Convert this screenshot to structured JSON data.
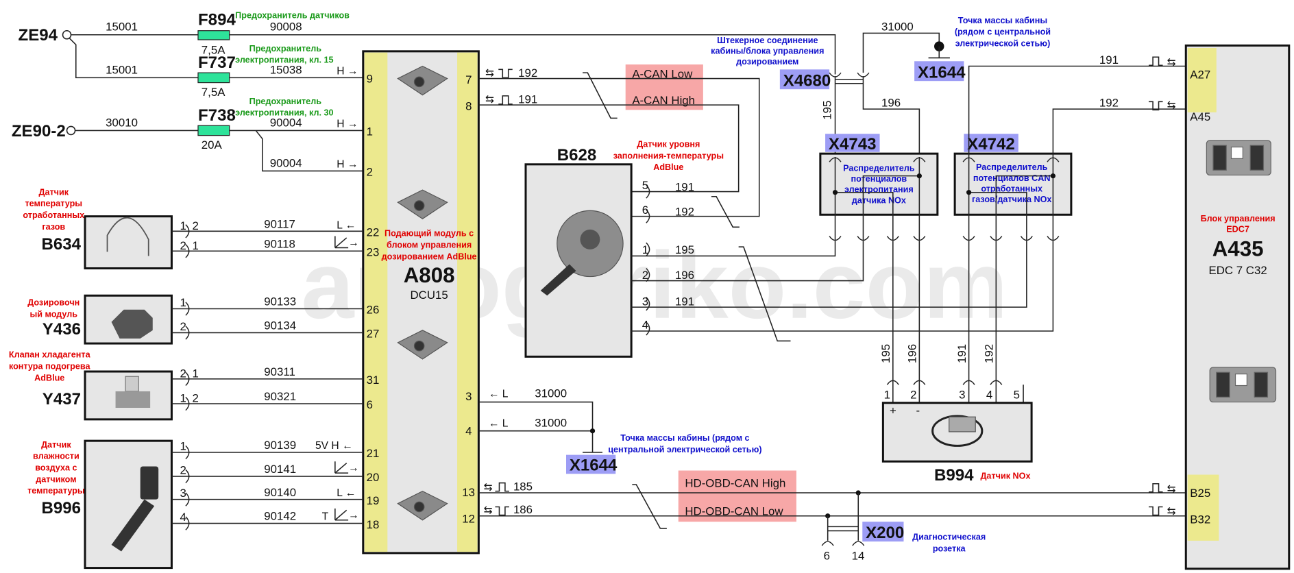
{
  "watermark": "autogeriko.com",
  "power": {
    "ze94": "ZE94",
    "ze90": "ZE90-2",
    "wire_ze94_top": "15001",
    "wire_ze94_bottom": "15001",
    "wire_ze90": "30010"
  },
  "fuses": [
    {
      "id": "F894",
      "rating": "7,5A",
      "desc": [
        "Предохранитель датчиков"
      ],
      "wire_out": "90008"
    },
    {
      "id": "F737",
      "rating": "7,5A",
      "desc": [
        "Предохранитель",
        "электропитания, кл. 15"
      ],
      "wire_out": "15038"
    },
    {
      "id": "F738",
      "rating": "20A",
      "desc": [
        "Предохранитель",
        "электропитания, кл. 30"
      ],
      "wire_out": "90004",
      "wire_branch": "90004"
    }
  ],
  "a808": {
    "id": "A808",
    "model": "DCU15",
    "desc": [
      "Подающий модуль с",
      "блоком управления",
      "дозированием AdBlue"
    ],
    "left_pins": [
      "9",
      "1",
      "2",
      "22",
      "23",
      "26",
      "27",
      "31",
      "6",
      "21",
      "20",
      "19",
      "18"
    ],
    "right_pins": [
      "7",
      "8",
      "3",
      "4",
      "13",
      "12"
    ],
    "sig_power": [
      "H →",
      "H →",
      "H →"
    ]
  },
  "b634": {
    "id": "B634",
    "desc": [
      "Датчик",
      "температуры",
      "отработанных",
      "газов"
    ],
    "rows": [
      {
        "pin_a": "1",
        "pin_b": "2",
        "wire": "90117",
        "sig": "L ←"
      },
      {
        "pin_a": "2",
        "pin_b": "1",
        "wire": "90118",
        "sig": "→"
      }
    ]
  },
  "y436": {
    "id": "Y436",
    "desc": [
      "Дозировочн",
      "ый модуль"
    ],
    "rows": [
      {
        "pin_a": "1",
        "wire": "90133"
      },
      {
        "pin_a": "2",
        "wire": "90134"
      }
    ]
  },
  "y437": {
    "id": "Y437",
    "desc": [
      "Клапан хладагента",
      "контура подогрева",
      "AdBlue"
    ],
    "rows": [
      {
        "pin_a": "2",
        "pin_b": "1",
        "wire": "90311"
      },
      {
        "pin_a": "1",
        "pin_b": "2",
        "wire": "90321"
      }
    ]
  },
  "b996": {
    "id": "B996",
    "desc": [
      "Датчик",
      "влажности",
      "воздуха с",
      "датчиком",
      "температуры"
    ],
    "rows": [
      {
        "pin_a": "1",
        "wire": "90139",
        "sig": "5V H ←"
      },
      {
        "pin_a": "2",
        "wire": "90141",
        "sig": "→"
      },
      {
        "pin_a": "3",
        "wire": "90140",
        "sig": "L ←"
      },
      {
        "pin_a": "4",
        "wire": "90142",
        "sig": "T",
        "sig2": "→"
      }
    ]
  },
  "acan": {
    "low": "A-CAN Low",
    "high": "A-CAN High",
    "wire_low": "192",
    "wire_high": "191",
    "arrows": "⇆"
  },
  "b628": {
    "id": "B628",
    "desc": [
      "Датчик уровня",
      "заполнения-температуры",
      "AdBlue"
    ],
    "rows": [
      {
        "pin": "5",
        "wire": "191"
      },
      {
        "pin": "6",
        "wire": "192"
      },
      {
        "pin": "1",
        "wire": "195"
      },
      {
        "pin": "2",
        "wire": "196"
      },
      {
        "pin": "3",
        "wire": "191"
      },
      {
        "pin": "4",
        "wire": ""
      }
    ]
  },
  "x4680": {
    "id": "X4680",
    "desc": [
      "Штекерное соединение",
      "кабины/блока управления",
      "дозированием"
    ],
    "wire_195": "195",
    "wire_196": "196",
    "wire_31000": "31000"
  },
  "x1644_top": {
    "id": "X1644",
    "desc": [
      "Точка массы кабины",
      "(рядом с центральной",
      "электрической сетью)"
    ]
  },
  "x4743": {
    "id": "X4743",
    "desc": [
      "Распределитель",
      "потенциалов",
      "электропитания",
      "датчика NOx"
    ]
  },
  "x4742": {
    "id": "X4742",
    "desc": [
      "Распределитель",
      "потенциалов CAN",
      "отработанных",
      "газов/датчика NOx"
    ]
  },
  "b994": {
    "id": "B994",
    "desc": "Датчик NOx",
    "pins": [
      "1",
      "2",
      "3",
      "4",
      "5"
    ],
    "wires": [
      "195",
      "196",
      "191",
      "192"
    ],
    "plus": "+",
    "minus": "-"
  },
  "ground": {
    "rows": [
      {
        "sig": "← L",
        "wire": "31000"
      },
      {
        "sig": "← L",
        "wire": "31000"
      }
    ],
    "id": "X1644",
    "desc": [
      "Точка массы кабины (рядом с",
      "центральной электрической сетью)"
    ]
  },
  "obd": {
    "high": "HD-OBD-CAN High",
    "low": "HD-OBD-CAN Low",
    "wire_high": "185",
    "wire_low": "186",
    "arrows": "⇆"
  },
  "x200": {
    "id": "X200",
    "desc": [
      "Диагностическая",
      "розетка"
    ],
    "pins": [
      "6",
      "14"
    ]
  },
  "a435": {
    "id": "A435",
    "model": "EDC 7 C32",
    "desc": [
      "Блок управления",
      "EDC7"
    ],
    "pins": [
      "A27",
      "A45",
      "B25",
      "B32"
    ],
    "wire_a27": "191",
    "wire_a45": "192",
    "arrows": "⇆"
  },
  "colors": {
    "fuse": "#2ee39a",
    "pin_strip": "#ece98e",
    "connector_label": "#9d9df5",
    "can_label": "#f7a7a7",
    "component_desc": "#e00000",
    "fuse_desc": "#1a9a1a",
    "connector_desc": "#1010cc"
  }
}
